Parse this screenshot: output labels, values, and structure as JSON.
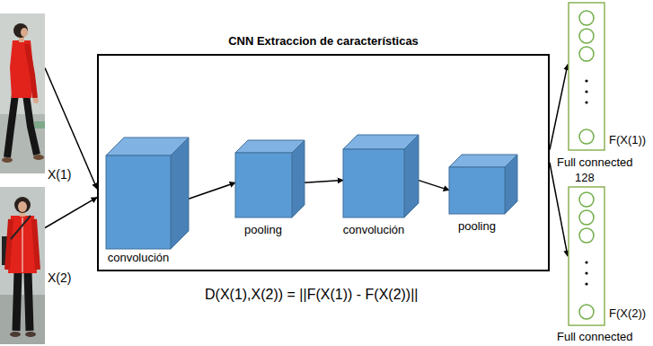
{
  "diagram": {
    "nodes": [
      {
        "text": [
          "X(1)"
        ]
      },
      {
        "text": [
          "X(2)"
        ]
      },
      {
        "text": [
          "CNN Extraccion de características"
        ]
      },
      {
        "text": [
          "convolución"
        ],
        "in": 2
      },
      {
        "text": [
          "pooling"
        ],
        "in": 2
      },
      {
        "text": [
          "convolución"
        ],
        "in": 2
      },
      {
        "text": [
          "pooling"
        ],
        "in": 2
      },
      {
        "text": [
          "F(X(1))",
          "Full connected"
        ]
      },
      {
        "text": [
          "128",
          "F(X(2))",
          "Full connected"
        ]
      }
    ],
    "edges": [
      {
        "from": 0,
        "to": 2,
        "arrow": "to"
      },
      {
        "from": 1,
        "to": 2,
        "arrow": "to"
      },
      {
        "from": 3,
        "to": 4,
        "arrow": "to"
      },
      {
        "from": 4,
        "to": 5,
        "arrow": "to"
      },
      {
        "from": 5,
        "to": 6,
        "arrow": "to"
      },
      {
        "from": 2,
        "to": 7,
        "arrow": "to"
      },
      {
        "from": 2,
        "to": 8,
        "arrow": "to"
      }
    ],
    "labels": [
      "D(X(1),X(2)) = ||F(X(1)) - F(X(2))||"
    ]
  }
}
